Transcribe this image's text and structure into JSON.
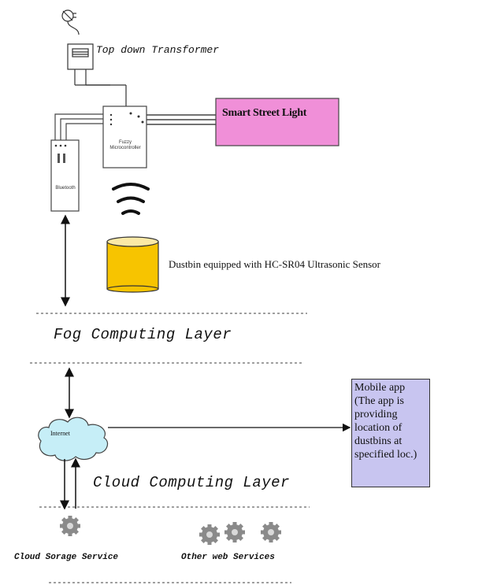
{
  "labels": {
    "transformer": "Top down Transformer",
    "street_light": "Smart Street Light",
    "dustbin": "Dustbin equipped with HC-SR04 Ultrasonic Sensor",
    "fog_layer": "Fog Computing Layer",
    "cloud_layer": "Cloud Computing Layer",
    "internet": "Internet",
    "cloud_storage": "Cloud Sorage Service",
    "other_web": "Other web Services",
    "microcontroller": "Fuzzy Microcontroller",
    "bluetooth": "Bluetooth"
  },
  "mobile_app": {
    "lines": [
      "Mobile app",
      "(The app is",
      "providing",
      "location of",
      "dustbins at",
      "specified loc.)"
    ]
  },
  "colors": {
    "street_light_fill": "#f08fd8",
    "dustbin_fill": "#f7c400",
    "mobile_fill": "#c8c5f0",
    "cloud_fill": "#c6eef7",
    "gear_fill": "#8a8a8a"
  }
}
